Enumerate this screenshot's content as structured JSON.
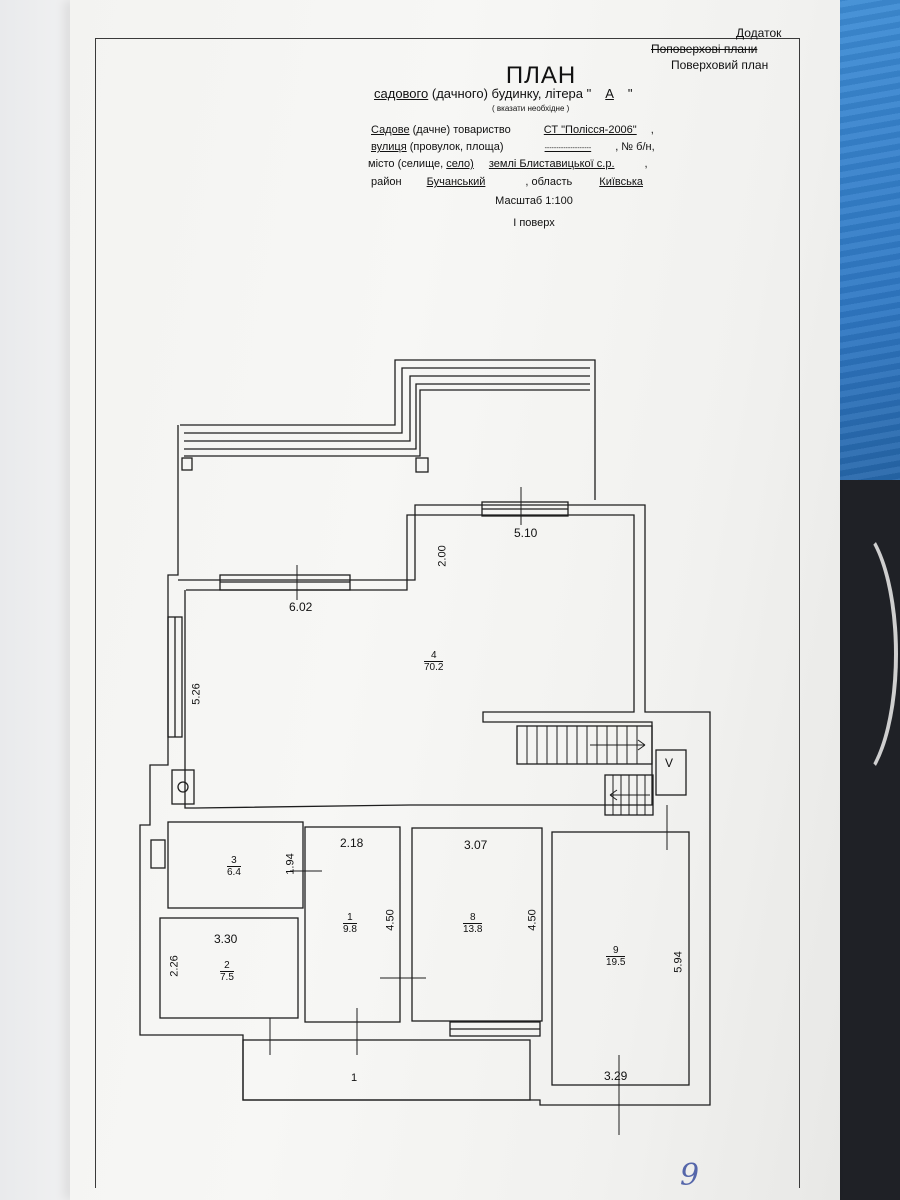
{
  "header": {
    "appendix": "Додаток",
    "floor_plans_crossed": "Поповерхові плани",
    "floor_plan": "Поверховий план"
  },
  "title": "ПЛАН",
  "subtitle_prefix": "садового",
  "subtitle_middle": "(дачного) будинку, літера \"",
  "litera": "А",
  "subtitle_end": "\"",
  "note": "( вказати необхідне )",
  "fields": {
    "society_label_a": "Садове",
    "society_label_b": "(дачне) товариство",
    "society_value": "СТ \"Полісся-2006\"",
    "street_label_a": "вулиця",
    "street_label_b": "(провулок, площа)",
    "street_value": "--------------------",
    "number_label": ", № б/н",
    "city_label_a": "місто (селище, ",
    "city_label_b": "село)",
    "city_value": "землі Блиставицької с.р.",
    "district_label": "район",
    "district_value": "Бучанський",
    "region_label": ", область",
    "region_value": "Київська"
  },
  "scale": "Масштаб  1:100",
  "floor": "І поверх",
  "dimensions": {
    "top_width": "5.10",
    "top_height": "2.00",
    "left_width": "6.02",
    "left_height": "5.26",
    "room1_width": "2.18",
    "room1_height": "4.50",
    "room2_width": "3.30",
    "room2_height": "2.26",
    "room3_height": "1.94",
    "room8_width": "3.07",
    "room8_height": "4.50",
    "room9_height": "5.94",
    "room9_width": "3.29"
  },
  "rooms": [
    {
      "num": "4",
      "area": "70.2"
    },
    {
      "num": "3",
      "area": "6.4"
    },
    {
      "num": "1",
      "area": "9.8"
    },
    {
      "num": "2",
      "area": "7.5"
    },
    {
      "num": "8",
      "area": "13.8"
    },
    {
      "num": "9",
      "area": "19.5"
    }
  ],
  "terrace_label": "1",
  "stair_letter": "V",
  "page_number": "9"
}
